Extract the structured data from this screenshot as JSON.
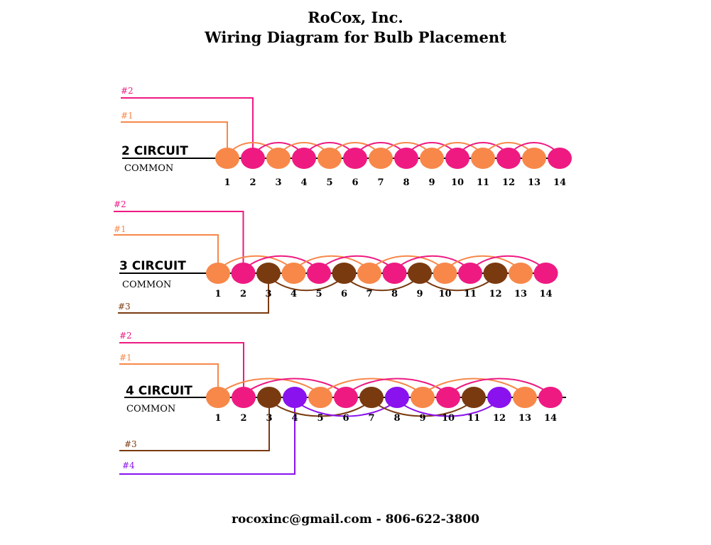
{
  "header": {
    "company": "RoCox, Inc.",
    "title": "Wiring Diagram for Bulb Placement"
  },
  "footer": {
    "email": "rocoxinc@gmail.com",
    "separator": " - ",
    "phone": "806-622-3800"
  },
  "colors": {
    "circuit_1": "#F7884A",
    "circuit_2": "#EE1A82",
    "circuit_3": "#7A3A10",
    "circuit_4": "#8A12EE",
    "common_line": "#000000"
  },
  "common_label": "COMMON",
  "bulb_numbers": [
    "1",
    "2",
    "3",
    "4",
    "5",
    "6",
    "7",
    "8",
    "9",
    "10",
    "11",
    "12",
    "13",
    "14"
  ],
  "circuits": [
    {
      "label": "2 CIRCUIT",
      "wires": [
        {
          "label": "#1",
          "circuit": 1
        },
        {
          "label": "#2",
          "circuit": 2
        }
      ],
      "bulb_pattern": [
        1,
        2,
        1,
        2,
        1,
        2,
        1,
        2,
        1,
        2,
        1,
        2,
        1,
        2
      ]
    },
    {
      "label": "3 CIRCUIT",
      "wires": [
        {
          "label": "#1",
          "circuit": 1
        },
        {
          "label": "#2",
          "circuit": 2
        },
        {
          "label": "#3",
          "circuit": 3
        }
      ],
      "bulb_pattern": [
        1,
        2,
        3,
        1,
        2,
        3,
        1,
        2,
        3,
        1,
        2,
        3,
        1,
        2
      ]
    },
    {
      "label": "4 CIRCUIT",
      "wires": [
        {
          "label": "#1",
          "circuit": 1
        },
        {
          "label": "#2",
          "circuit": 2
        },
        {
          "label": "#3",
          "circuit": 3
        },
        {
          "label": "#4",
          "circuit": 4
        }
      ],
      "bulb_pattern": [
        1,
        2,
        3,
        4,
        1,
        2,
        3,
        4,
        1,
        2,
        3,
        4,
        1,
        2
      ]
    }
  ]
}
